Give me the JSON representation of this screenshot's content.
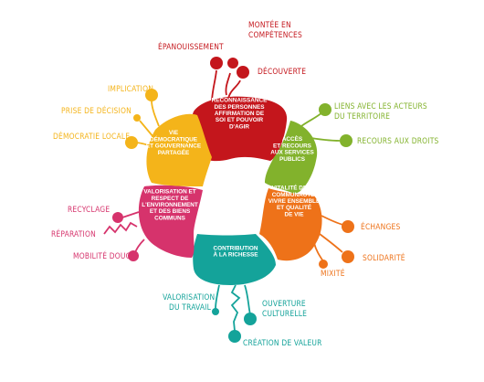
{
  "petals": {
    "reconnaissance": {
      "color": "#c4161c",
      "lines": [
        "RECONNAISSANCE",
        "DES PERSONNES",
        "AFFIRMATION DE",
        "SOI ET POUVOIR",
        "D'AGIR"
      ]
    },
    "acces": {
      "color": "#82b22c",
      "lines": [
        "ACCÈS",
        "ET RECOURS",
        "AUX SERVICES",
        "PUBLICS"
      ]
    },
    "vitalite": {
      "color": "#ee7219",
      "lines": [
        "VITALITÉ DE LA",
        "COMMUNAUTÉ,",
        "VIVRE ENSEMBLE",
        "ET QUALITÉ",
        "DE VIE"
      ]
    },
    "contribution": {
      "color": "#14a39a",
      "lines": [
        "CONTRIBUTION",
        "À LA RICHESSE"
      ]
    },
    "valorisation": {
      "color": "#d6336c",
      "lines": [
        "VALORISATION ET",
        "RESPECT DE",
        "L'ENVIRONNEMENT",
        "ET DES BIENS",
        "COMMUNS"
      ]
    },
    "vie": {
      "color": "#f4b41a",
      "lines": [
        "VIE",
        "DÉMOCRATIQUE",
        "ET GOUVERNANCE",
        "PARTAGÉE"
      ]
    }
  },
  "leaves": {
    "montee": [
      "MONTÉE EN",
      "COMPÉTENCES"
    ],
    "epanouissement": [
      "ÉPANOUISSEMENT"
    ],
    "decouverte": [
      "DÉCOUVERTE"
    ],
    "liens": [
      "LIENS AVEC LES ACTEURS",
      "DU TERRITOIRE"
    ],
    "recours": [
      "RECOURS AUX DROITS"
    ],
    "echanges": [
      "ÉCHANGES"
    ],
    "solidarite": [
      "SOLIDARITÉ"
    ],
    "mixite": [
      "MIXITÉ"
    ],
    "ouverture": [
      "OUVERTURE",
      "CULTURELLE"
    ],
    "valorisation_travail": [
      "VALORISATION",
      "DU TRAVAIL"
    ],
    "creation": [
      "CRÉATION DE VALEUR"
    ],
    "recyclage": [
      "RECYCLAGE"
    ],
    "reparation": [
      "RÉPARATION"
    ],
    "mobilite": [
      "MOBILITÉ DOUCE"
    ],
    "implication": [
      "IMPLICATION"
    ],
    "prise": [
      "PRISE DE DÉCISION"
    ],
    "democratie": [
      "DÉMOCRATIE LOCALE"
    ]
  }
}
